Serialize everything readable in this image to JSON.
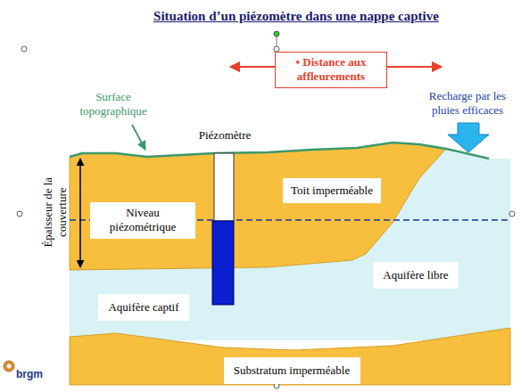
{
  "diagram": {
    "title": "Situation d’un piézomètre dans une nappe captive",
    "nodes": [
      {
        "text": [
          "• Distance aux affleurements"
        ]
      },
      {
        "text": [
          "Toit imperméable"
        ]
      },
      {
        "text": [
          "Niveau piézométrique"
        ]
      },
      {
        "text": [
          "Aquifère libre"
        ]
      },
      {
        "text": [
          "Aquifère captif"
        ]
      },
      {
        "text": [
          "Substratum imperméable"
        ]
      }
    ],
    "labels": [
      "Surface topographique",
      "Piézomètre",
      "Recharge par les pluies efficaces",
      "Épaisseur de la couverture",
      "brgm"
    ]
  }
}
